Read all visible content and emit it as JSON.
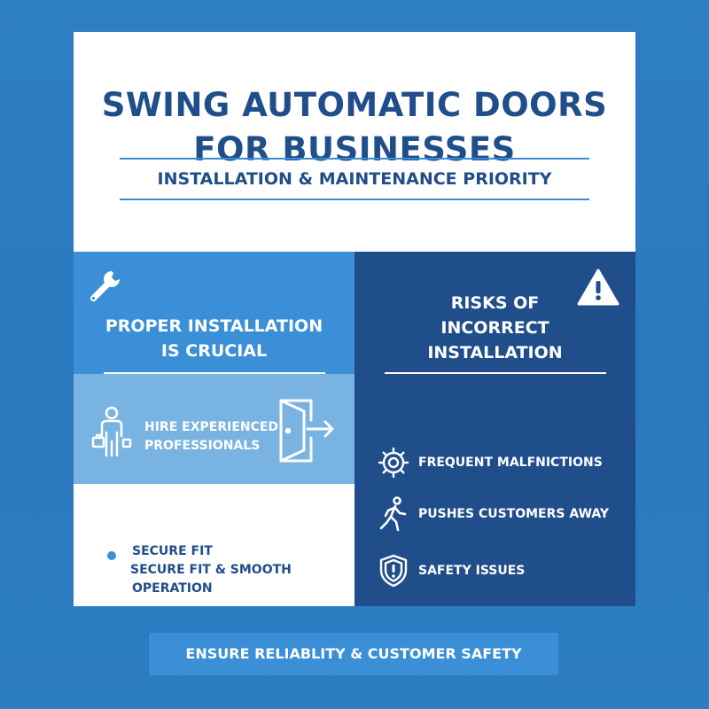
{
  "header": {
    "title_line1": "SWING AUTOMATIC DOORS",
    "title_line2": "FOR BUSINESSES",
    "subtitle": "INSTALLATION & MAINTENANCE PRIORITY"
  },
  "left": {
    "heading_line1": "PROPER INSTALLATION",
    "heading_line2": "IS CRUCIAL",
    "hire_line1": "HIRE EXPERIENCED",
    "hire_line2": "PROFESSIONALS",
    "secure_line1": "SECURE FIT",
    "secure_line2": "SECURE FIT & SMOOTH",
    "secure_line3": "OPERATION",
    "icons": [
      "wrench-icon",
      "worker-icon",
      "door-exit-icon"
    ]
  },
  "right": {
    "heading_line1": "RISKS OF",
    "heading_line2": "INCORRECT",
    "heading_line3": "INSTALLATION",
    "risks": [
      {
        "label": "FREQUENT MALFNICTIONS",
        "icon": "gear-icon"
      },
      {
        "label": "PUSHES CUSTOMERS AWAY",
        "icon": "walking-person-icon"
      },
      {
        "label": "SAFETY ISSUES",
        "icon": "shield-icon"
      }
    ],
    "warning_icon": "warning-icon"
  },
  "footer": {
    "label": "ENSURE RELIABLITY & CUSTOMER SAFETY"
  },
  "colors": {
    "background": "#2f7fc4",
    "navy": "#1f4e8a",
    "accent_blue": "#3a8fd6",
    "light_blue": "#79b3e2",
    "white": "#ffffff"
  }
}
